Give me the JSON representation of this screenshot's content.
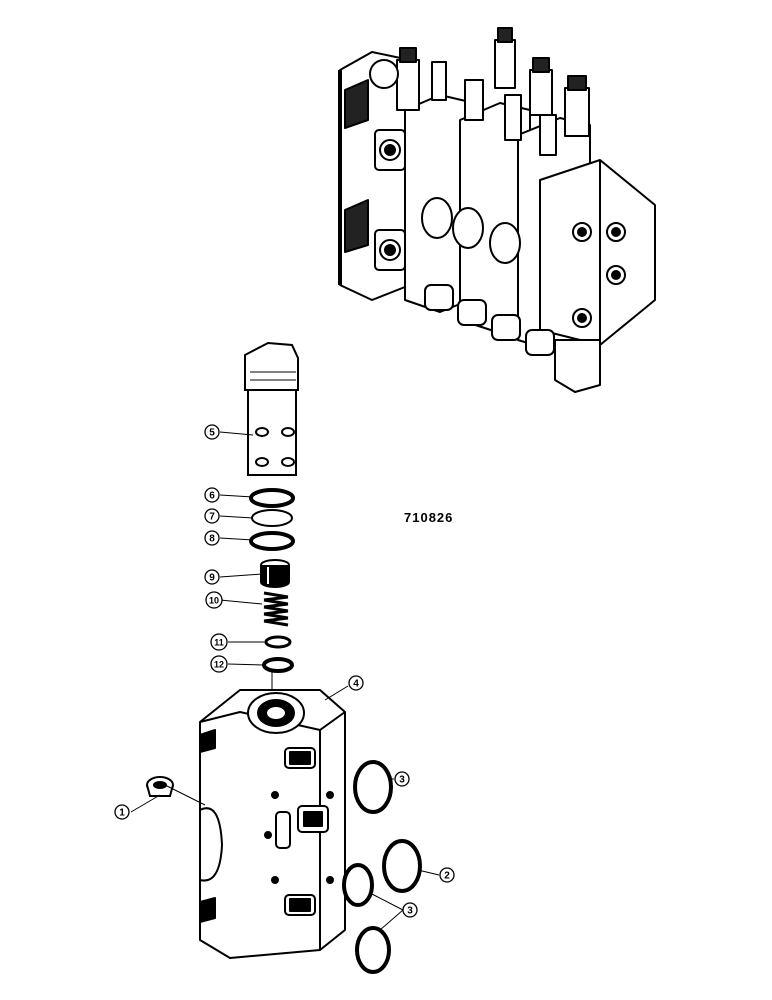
{
  "drawing_number": "710826",
  "callouts": [
    {
      "id": "c1",
      "label": "1"
    },
    {
      "id": "c2",
      "label": "2"
    },
    {
      "id": "c3a",
      "label": "3"
    },
    {
      "id": "c3b",
      "label": "3"
    },
    {
      "id": "c4",
      "label": "4"
    },
    {
      "id": "c5",
      "label": "5"
    },
    {
      "id": "c6",
      "label": "6"
    },
    {
      "id": "c7",
      "label": "7"
    },
    {
      "id": "c8",
      "label": "8"
    },
    {
      "id": "c9",
      "label": "9"
    },
    {
      "id": "c10",
      "label": "10"
    },
    {
      "id": "c11",
      "label": "11"
    },
    {
      "id": "c12",
      "label": "12"
    }
  ],
  "colors": {
    "ink": "#000000",
    "paper": "#ffffff",
    "shade": "#333333"
  }
}
